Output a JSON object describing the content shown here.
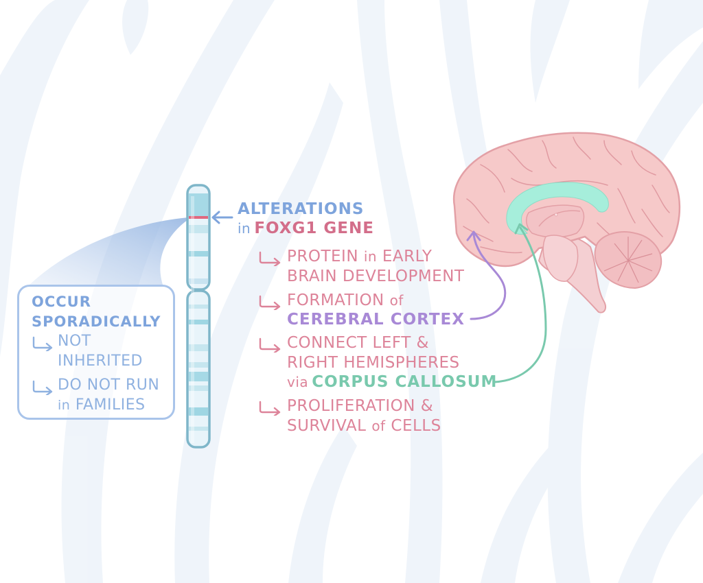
{
  "background": {
    "base_color": "#ffffff",
    "stripe_color": "#eef3f9"
  },
  "colors": {
    "blue": "#7ea4dc",
    "pink": "#dd8399",
    "pink_bold": "#d36e8a",
    "purple": "#a889d6",
    "green": "#79c9ad",
    "chromosome_outline": "#7fb6c9",
    "chromosome_band": "#9fd6e3",
    "chromosome_marker": "#e0697f",
    "brain_fill": "#f6c9c9",
    "brain_outline": "#e3a0a6",
    "corpus_callosum": "#a6eedb"
  },
  "chromosome": {
    "label_line1": "ALTERATIONS",
    "label_line2_prefix": "in",
    "label_line2_gene": "FOXG1 GENE",
    "pointer_icon": "left-arrow"
  },
  "sporadic_box": {
    "title_line1": "OCCUR",
    "title_line2": "SPORADICALLY",
    "items": [
      {
        "icon": "hook-arrow",
        "line1": "NOT",
        "line2": "INHERITED"
      },
      {
        "icon": "hook-arrow",
        "line1": "DO NOT RUN",
        "line2_prefix": "in",
        "line2": "FAMILIES"
      }
    ]
  },
  "functions": [
    {
      "icon": "hook-arrow",
      "line1_a": "PROTEIN",
      "line1_b": "in",
      "line1_c": "EARLY",
      "line2": "BRAIN DEVELOPMENT"
    },
    {
      "icon": "hook-arrow",
      "line1_a": "FORMATION",
      "line1_b": "of",
      "line2_highlight": "CEREBRAL CORTEX"
    },
    {
      "icon": "hook-arrow",
      "line1": "CONNECT LEFT &",
      "line2": "RIGHT HEMISPHERES",
      "line3_prefix": "via",
      "line3_highlight": "CORPUS CALLOSUM"
    },
    {
      "icon": "hook-arrow",
      "line1": "PROLIFERATION &",
      "line2_a": "SURVIVAL",
      "line2_b": "of",
      "line2_c": "CELLS"
    }
  ],
  "brain": {
    "view": "midsagittal",
    "highlighted_structure": "corpus callosum",
    "pointers": [
      {
        "from": "CEREBRAL CORTEX",
        "to": "cortex",
        "color": "purple"
      },
      {
        "from": "CORPUS CALLOSUM",
        "to": "corpus callosum",
        "color": "green"
      }
    ]
  }
}
